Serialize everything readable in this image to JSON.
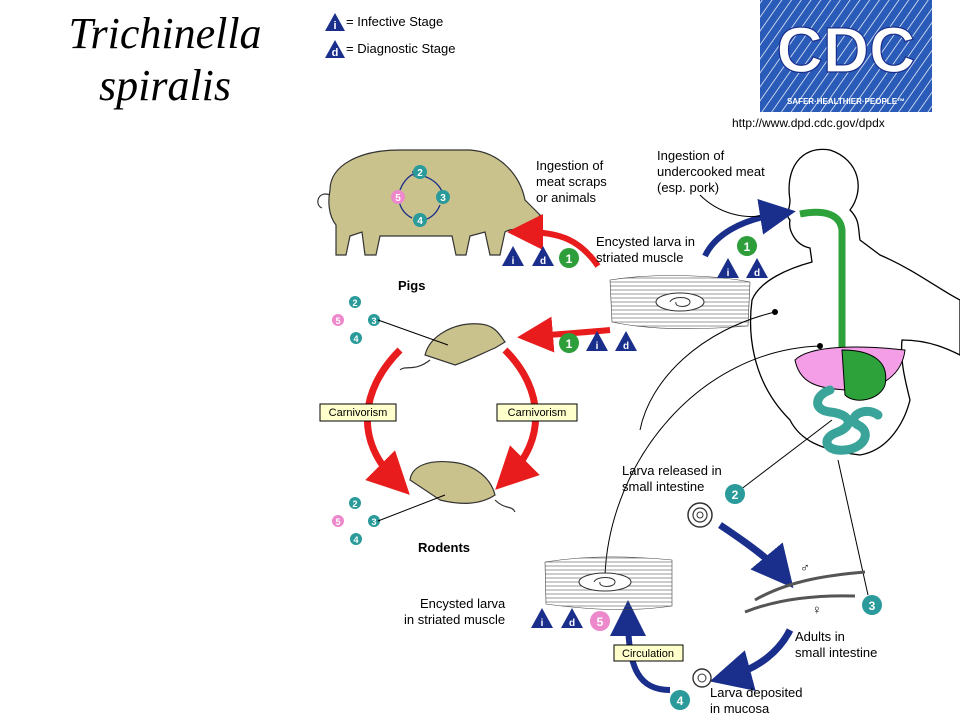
{
  "title": {
    "line1": "Trichinella",
    "line2": "spiralis"
  },
  "legend": {
    "infective_label": "= Infective Stage",
    "diagnostic_label": "= Diagnostic Stage",
    "infective_symbol": "i",
    "diagnostic_symbol": "d"
  },
  "logo": {
    "letters": "CDC",
    "tagline": "SAFER·HEALTHIER·PEOPLE™",
    "url": "http://www.dpd.cdc.gov/dpdx"
  },
  "labels": {
    "ingestion_scraps": [
      "Ingestion of",
      "meat scraps",
      "or animals"
    ],
    "ingestion_meat": [
      "Ingestion of",
      "undercooked meat",
      "(esp. pork)"
    ],
    "encysted_top": [
      "Encysted larva in",
      "striated muscle"
    ],
    "pigs": "Pigs",
    "rodents": "Rodents",
    "carnivorism_left": "Carnivorism",
    "carnivorism_right": "Carnivorism",
    "larva_released": [
      "Larva released in",
      "small intestine"
    ],
    "adults": [
      "Adults in",
      "small intestine"
    ],
    "larva_deposited": [
      "Larva deposited",
      "in mucosa"
    ],
    "encysted_bottom": [
      "Encysted larva",
      "in striated muscle"
    ],
    "circulation": "Circulation",
    "male_symbol": "♂",
    "female_symbol": "♀"
  },
  "stages": {
    "s1": "1",
    "s2": "2",
    "s3": "3",
    "s4": "4",
    "s5": "5"
  },
  "colors": {
    "infective": "#1a2f8c",
    "stage": "#2a9a9a",
    "stage1": "#2e9e3a",
    "stage5": "#ee88cc",
    "cycle_arrow_red": "#e81c1c",
    "cycle_arrow_blue": "#1a2f8c",
    "pig": "#c9c28c",
    "liver": "#f49ee8",
    "intestine": "#3aa39a",
    "esophagus": "#2ea23a",
    "label_box": "#ffffcc",
    "cdc_blue": "#1d4fa8"
  }
}
